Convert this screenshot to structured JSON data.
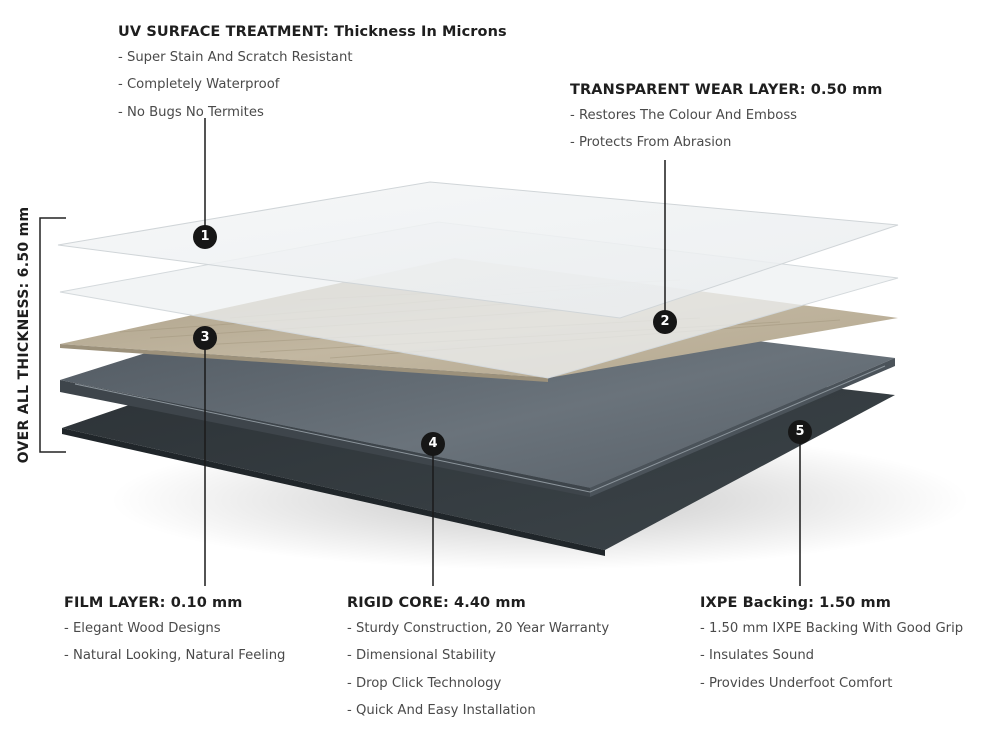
{
  "callouts": [
    {
      "number": "1",
      "title": "UV SURFACE TREATMENT:",
      "title_detail": "Thickness In Microns",
      "points": [
        "Super Stain And Scratch Resistant",
        "Completely Waterproof",
        "No Bugs No Termites"
      ]
    },
    {
      "number": "2",
      "title": "TRANSPARENT WEAR LAYER:",
      "title_detail": "0.50 mm",
      "points": [
        "Restores The Colour And Emboss",
        "Protects From Abrasion"
      ]
    },
    {
      "number": "3",
      "title": "FILM LAYER:",
      "title_detail": "0.10 mm",
      "points": [
        "Elegant Wood Designs",
        "Natural Looking, Natural Feeling"
      ]
    },
    {
      "number": "4",
      "title": "RIGID CORE:",
      "title_detail": "4.40 mm",
      "points": [
        "Sturdy Construction, 20 Year Warranty",
        "Dimensional Stability",
        "Drop Click Technology",
        "Quick And Easy Installation"
      ]
    },
    {
      "number": "5",
      "title": "IXPE Backing:",
      "title_detail": "1.50 mm",
      "points": [
        "1.50 mm IXPE Backing With Good Grip",
        "Insulates Sound",
        "Provides Underfoot Comfort"
      ]
    }
  ],
  "overall_thickness": "OVER ALL THICKNESS: 6.50 mm",
  "colors": {
    "text": "#1e1e1e",
    "marker": "#161616",
    "wood": "#b9ad96",
    "core": "#5b636b",
    "backing": "#343b40"
  }
}
